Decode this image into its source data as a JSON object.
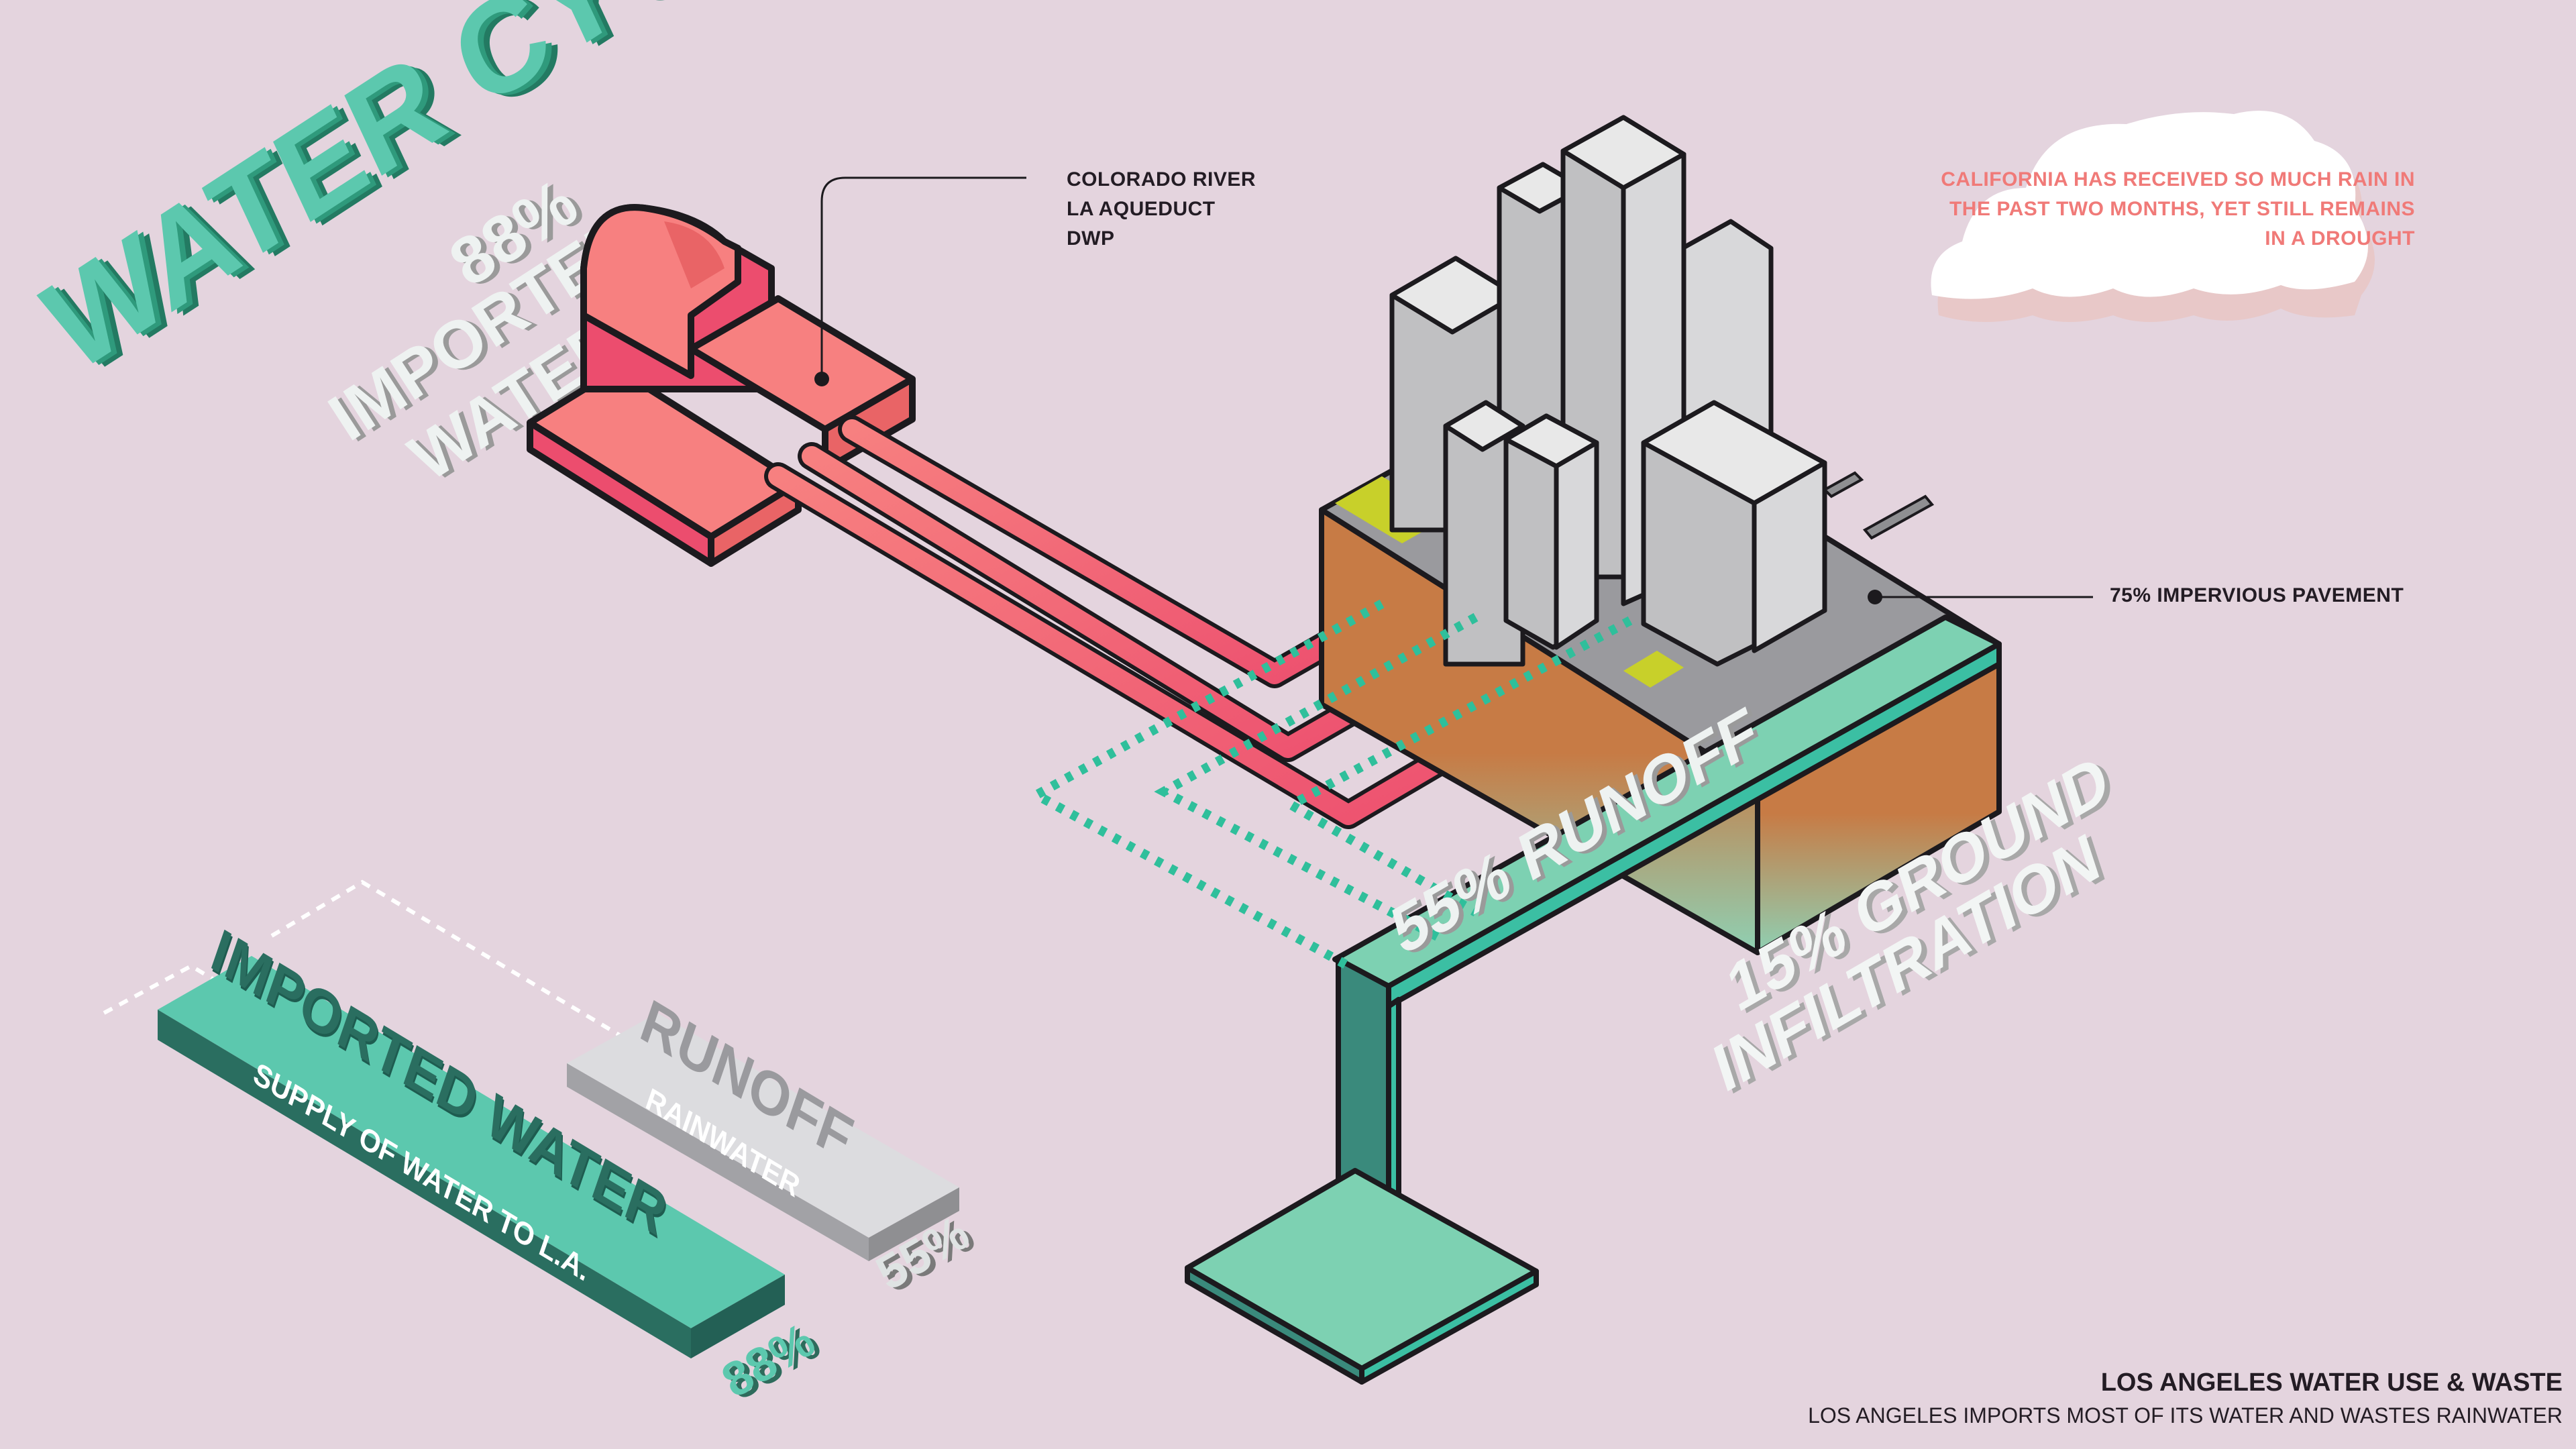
{
  "title": {
    "main": "WATER CYCLE",
    "imported_stat": "88%",
    "imported_label_line1": "IMPORTED",
    "imported_label_line2": "WATER"
  },
  "callouts": {
    "sources": [
      "COLORADO RIVER",
      "LA AQUEDUCT",
      "DWP"
    ],
    "pavement": "75% IMPERVIOUS PAVEMENT",
    "drought_note": [
      "CALIFORNIA HAS RECEIVED SO MUCH RAIN IN",
      "THE PAST TWO MONTHS, YET STILL REMAINS",
      "IN A DROUGHT"
    ]
  },
  "diagram_labels": {
    "runoff": "55% RUNOFF",
    "infiltration_line1": "15% GROUND",
    "infiltration_line2": "INFILTRATION"
  },
  "legend": {
    "imported": {
      "title": "IMPORTED WATER",
      "subtitle": "SUPPLY OF WATER TO L.A.",
      "value": "88%"
    },
    "runoff": {
      "title": "RUNOFF",
      "subtitle": "RAINWATER",
      "value": "55%"
    }
  },
  "stats": {
    "imported_water_pct": 88,
    "runoff_pct": 55,
    "ground_infiltration_pct": 15,
    "impervious_pavement_pct": 75
  },
  "footer": {
    "title": "LOS ANGELES WATER USE & WASTE",
    "subtitle": "LOS ANGELES IMPORTS MOST OF ITS WATER AND WASTES RAINWATER"
  },
  "colors": {
    "background": "#e4d4de",
    "teal": "#5cc8ae",
    "teal_dark": "#2a6e60",
    "pink": "#f07a78",
    "pink_dark": "#ec4d6e",
    "soil": "#c77b45",
    "pavement": "#9a9a9e",
    "building": "#d8d8da",
    "grass": "#c8d02a"
  }
}
